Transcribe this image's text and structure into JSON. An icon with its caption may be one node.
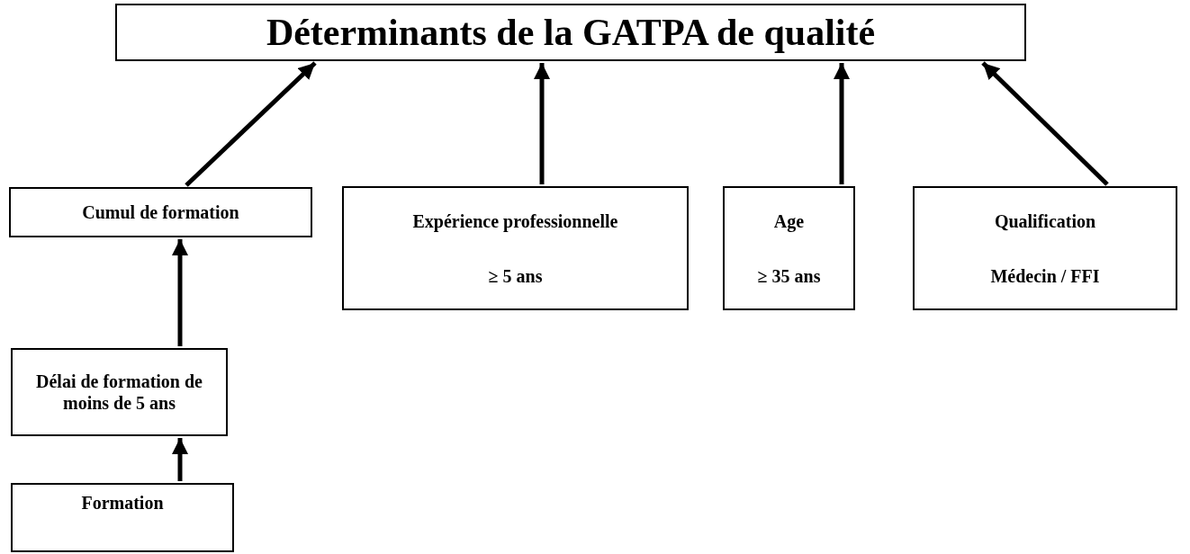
{
  "diagram": {
    "nodes": [
      {
        "text": [
          "Déterminants de la GATPA de qualité"
        ]
      },
      {
        "text": [
          "Cumul de formation"
        ]
      },
      {
        "text": [
          "Expérience professionnelle",
          "≥ 5 ans"
        ]
      },
      {
        "text": [
          "Age",
          "≥ 35 ans"
        ]
      },
      {
        "text": [
          "Qualification",
          "Médecin / FFI"
        ]
      },
      {
        "text": [
          "Délai de formation de moins de 5 ans"
        ]
      },
      {
        "text": [
          "Formation"
        ]
      }
    ],
    "edges": [
      {
        "from": 1,
        "to": 0,
        "arrow": "to"
      },
      {
        "from": 2,
        "to": 0,
        "arrow": "to"
      },
      {
        "from": 3,
        "to": 0,
        "arrow": "to"
      },
      {
        "from": 4,
        "to": 0,
        "arrow": "to"
      },
      {
        "from": 5,
        "to": 1,
        "arrow": "to"
      },
      {
        "from": 6,
        "to": 5,
        "arrow": "to"
      }
    ]
  }
}
